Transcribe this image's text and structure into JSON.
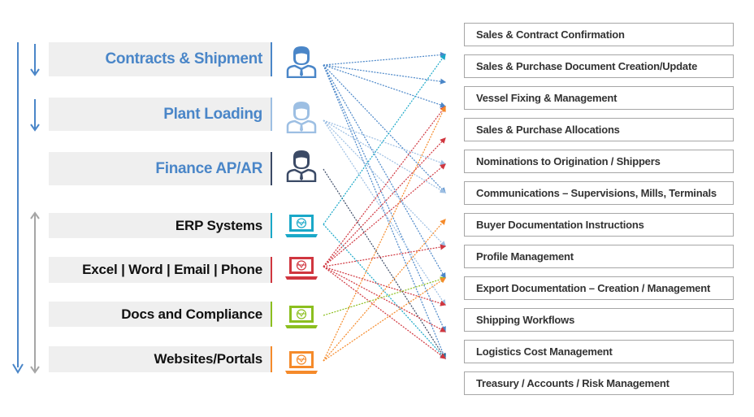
{
  "sources": [
    {
      "label": "Contracts & Shipment",
      "kind": "person",
      "color": "#4a86c8"
    },
    {
      "label": "Plant Loading",
      "kind": "person",
      "color": "#9dbfe3"
    },
    {
      "label": "Finance AP/AR",
      "kind": "person",
      "color": "#3b4a66"
    },
    {
      "label": "ERP Systems",
      "kind": "laptop",
      "color": "#1aa8c8"
    },
    {
      "label": "Excel | Word | Email | Phone",
      "kind": "laptop",
      "color": "#d0363f"
    },
    {
      "label": "Docs and Compliance",
      "kind": "laptop",
      "color": "#8cbf1f"
    },
    {
      "label": "Websites/Portals",
      "kind": "laptop",
      "color": "#f58a2a"
    }
  ],
  "targets": [
    "Sales & Contract Confirmation",
    "Sales & Purchase Document Creation/Update",
    "Vessel Fixing & Management",
    "Sales & Purchase Allocations",
    "Nominations to Origination / Shippers",
    "Communications – Supervisions, Mills, Terminals",
    "Buyer Documentation Instructions",
    "Profile Management",
    "Export Documentation – Creation / Management",
    "Shipping Workflows",
    "Logistics Cost Management",
    "Treasury / Accounts / Risk Management"
  ],
  "connections": [
    [
      0,
      0
    ],
    [
      0,
      1
    ],
    [
      0,
      2
    ],
    [
      0,
      5
    ],
    [
      0,
      8
    ],
    [
      0,
      10
    ],
    [
      0,
      11
    ],
    [
      1,
      4
    ],
    [
      1,
      5
    ],
    [
      1,
      7
    ],
    [
      1,
      9
    ],
    [
      2,
      11
    ],
    [
      3,
      0
    ],
    [
      3,
      11
    ],
    [
      4,
      2
    ],
    [
      4,
      3
    ],
    [
      4,
      4
    ],
    [
      4,
      7
    ],
    [
      4,
      9
    ],
    [
      4,
      10
    ],
    [
      4,
      11
    ],
    [
      5,
      8
    ],
    [
      6,
      2
    ],
    [
      6,
      6
    ],
    [
      6,
      8
    ]
  ],
  "colors": {
    "flow_arrow": "#4a86c8",
    "cycle_arrow": "#a6a6a6"
  }
}
